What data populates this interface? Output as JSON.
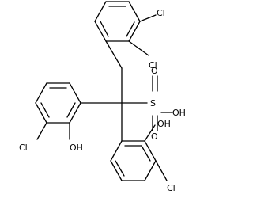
{
  "molecule": {
    "atoms": {
      "cl_top_ring_a": "Cl",
      "cl_top_ring_b": "Cl",
      "cl_left_ring": "Cl",
      "oh_left_ring": "OH",
      "sulfonic_s": "S",
      "sulfonic_oh": "OH",
      "sulfonic_o_up": "O",
      "sulfonic_o_down": "O",
      "oh_bottom_ring": "OH",
      "cl_bottom_ring": "Cl"
    }
  }
}
